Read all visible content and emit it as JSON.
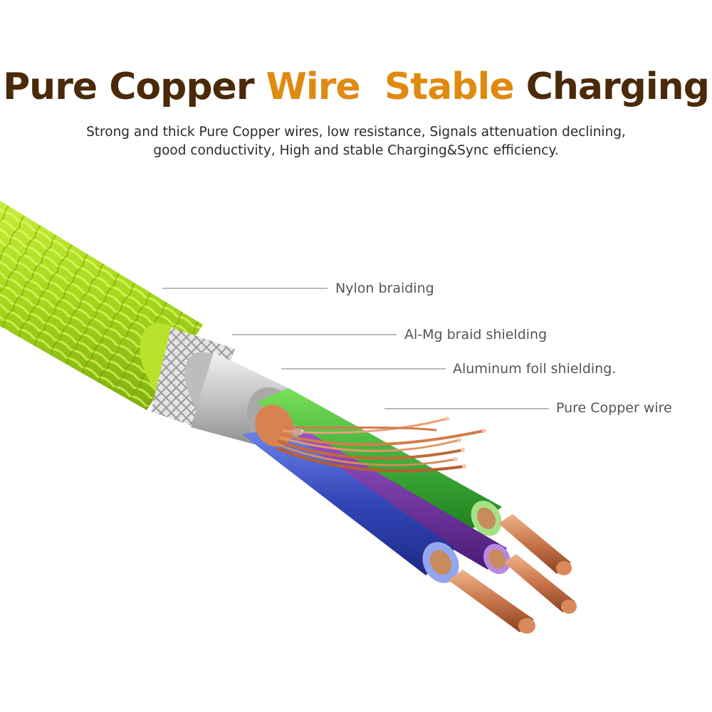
{
  "headline": {
    "word1": "Pure",
    "word2": "Copper",
    "word3": "Wire",
    "word4": "Stable",
    "word5": "Charging",
    "color_dark": "#4a2a08",
    "color_accent": "#e08a10"
  },
  "subtitle": {
    "line1": "Strong and thick Pure Copper wires, low resistance, Signals attenuation declining,",
    "line2": "good conductivity, High and stable Charging&Sync efficiency."
  },
  "callouts": {
    "nylon": "Nylon braiding",
    "almg": "Al-Mg braid shielding",
    "foil": "Aluminum foil shielding.",
    "copper": "Pure Copper wire"
  },
  "colors": {
    "nylon_braid": "#a8d81a",
    "shield_silver": "#c8c8c8",
    "wire_green": "#3fae3a",
    "wire_blue": "#3346b8",
    "wire_purple": "#6a2a9a",
    "copper": "#c8744a"
  }
}
